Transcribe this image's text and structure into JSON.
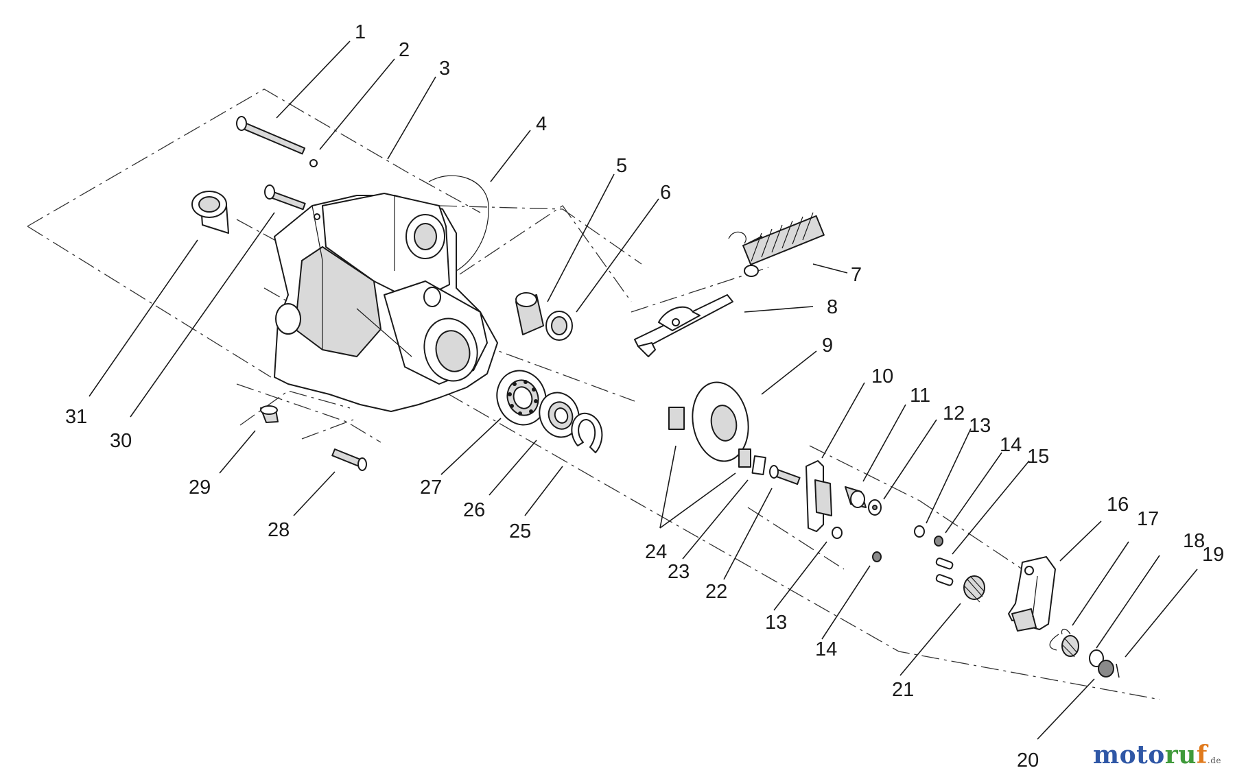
{
  "diagram": {
    "callouts": [
      "1",
      "2",
      "3",
      "4",
      "5",
      "6",
      "7",
      "8",
      "9",
      "10",
      "11",
      "12",
      "13",
      "14",
      "15",
      "16",
      "17",
      "18",
      "19",
      "20",
      "21",
      "22",
      "23",
      "24",
      "25",
      "26",
      "27",
      "28",
      "29",
      "30",
      "31",
      "13",
      "14"
    ]
  },
  "brand": {
    "word_part1": "moto",
    "word_part2": "ru",
    "word_part3": "f",
    "tld": ".de"
  }
}
